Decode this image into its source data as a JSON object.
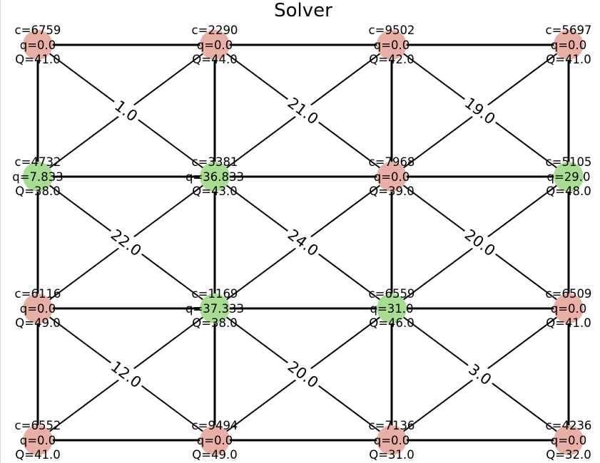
{
  "title": "Solver",
  "colors": {
    "inactive_node": "#e8b0a4",
    "active_node": "#a8dc90",
    "edge": "#000000",
    "label_background": "#ffffff"
  },
  "nodes": [
    {
      "id": "r0c0",
      "row": 0,
      "col": 0,
      "c": "c=6759",
      "q": "q=0.0",
      "Q": "Q=41.0",
      "active": false
    },
    {
      "id": "r0c1",
      "row": 0,
      "col": 1,
      "c": "c=2290",
      "q": "q=0.0",
      "Q": "Q=44.0",
      "active": false
    },
    {
      "id": "r0c2",
      "row": 0,
      "col": 2,
      "c": "c=9502",
      "q": "q=0.0",
      "Q": "Q=42.0",
      "active": false
    },
    {
      "id": "r0c3",
      "row": 0,
      "col": 3,
      "c": "c=5697",
      "q": "q=0.0",
      "Q": "Q=41.0",
      "active": false
    },
    {
      "id": "r1c0",
      "row": 1,
      "col": 0,
      "c": "c=4732",
      "q": "q=7.833",
      "Q": "Q=38.0",
      "active": true
    },
    {
      "id": "r1c1",
      "row": 1,
      "col": 1,
      "c": "c=3381",
      "q": "q=36.833",
      "Q": "Q=43.0",
      "active": true
    },
    {
      "id": "r1c2",
      "row": 1,
      "col": 2,
      "c": "c=7968",
      "q": "q=0.0",
      "Q": "Q=39.0",
      "active": false
    },
    {
      "id": "r1c3",
      "row": 1,
      "col": 3,
      "c": "c=5105",
      "q": "q=29.0",
      "Q": "Q=48.0",
      "active": true
    },
    {
      "id": "r2c0",
      "row": 2,
      "col": 0,
      "c": "c=6116",
      "q": "q=0.0",
      "Q": "Q=49.0",
      "active": false
    },
    {
      "id": "r2c1",
      "row": 2,
      "col": 1,
      "c": "c=1169",
      "q": "q=37.333",
      "Q": "Q=38.0",
      "active": true
    },
    {
      "id": "r2c2",
      "row": 2,
      "col": 2,
      "c": "c=6559",
      "q": "q=31.0",
      "Q": "Q=46.0",
      "active": true
    },
    {
      "id": "r2c3",
      "row": 2,
      "col": 3,
      "c": "c=6509",
      "q": "q=0.0",
      "Q": "Q=41.0",
      "active": false
    },
    {
      "id": "r3c0",
      "row": 3,
      "col": 0,
      "c": "c=6552",
      "q": "q=0.0",
      "Q": "Q=41.0",
      "active": false
    },
    {
      "id": "r3c1",
      "row": 3,
      "col": 1,
      "c": "c=9494",
      "q": "q=0.0",
      "Q": "Q=49.0",
      "active": false
    },
    {
      "id": "r3c2",
      "row": 3,
      "col": 2,
      "c": "c=7136",
      "q": "q=0.0",
      "Q": "Q=31.0",
      "active": false
    },
    {
      "id": "r3c3",
      "row": 3,
      "col": 3,
      "c": "c=4236",
      "q": "q=0.0",
      "Q": "Q=32.0",
      "active": false
    }
  ],
  "cross_labels": [
    {
      "row": 0,
      "col": 0,
      "text": "1.0"
    },
    {
      "row": 0,
      "col": 1,
      "text": "21.0"
    },
    {
      "row": 0,
      "col": 2,
      "text": "19.0"
    },
    {
      "row": 1,
      "col": 0,
      "text": "22.0"
    },
    {
      "row": 1,
      "col": 1,
      "text": "24.0"
    },
    {
      "row": 1,
      "col": 2,
      "text": "20.0"
    },
    {
      "row": 2,
      "col": 0,
      "text": "12.0"
    },
    {
      "row": 2,
      "col": 1,
      "text": "20.0"
    },
    {
      "row": 2,
      "col": 2,
      "text": "3.0"
    }
  ]
}
